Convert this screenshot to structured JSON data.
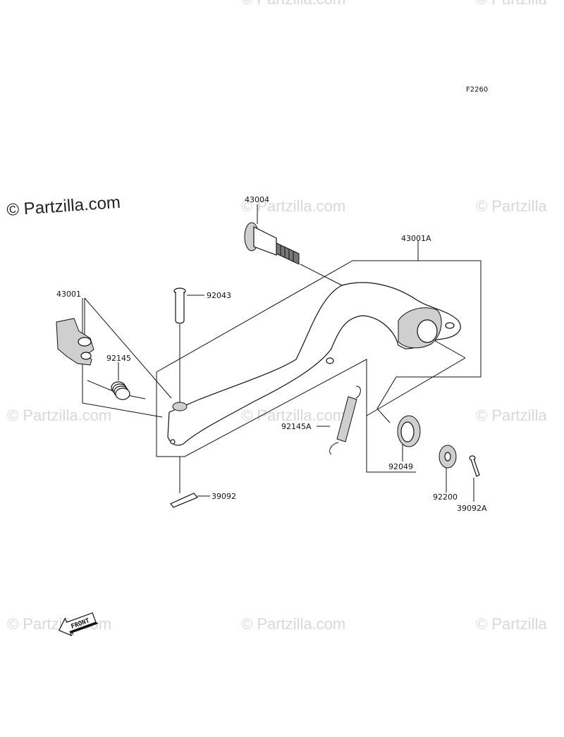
{
  "figure_code": "F2260",
  "watermark": {
    "main": "© Partzilla.com",
    "faint": "© Partzilla.com",
    "faint_short": "© Partzilla"
  },
  "parts": [
    {
      "number": "43004"
    },
    {
      "number": "43001A"
    },
    {
      "number": "43001"
    },
    {
      "number": "92043"
    },
    {
      "number": "92145"
    },
    {
      "number": "92145A"
    },
    {
      "number": "92049"
    },
    {
      "number": "92200"
    },
    {
      "number": "39092"
    },
    {
      "number": "39092A"
    }
  ],
  "front_marker": "FRONT"
}
